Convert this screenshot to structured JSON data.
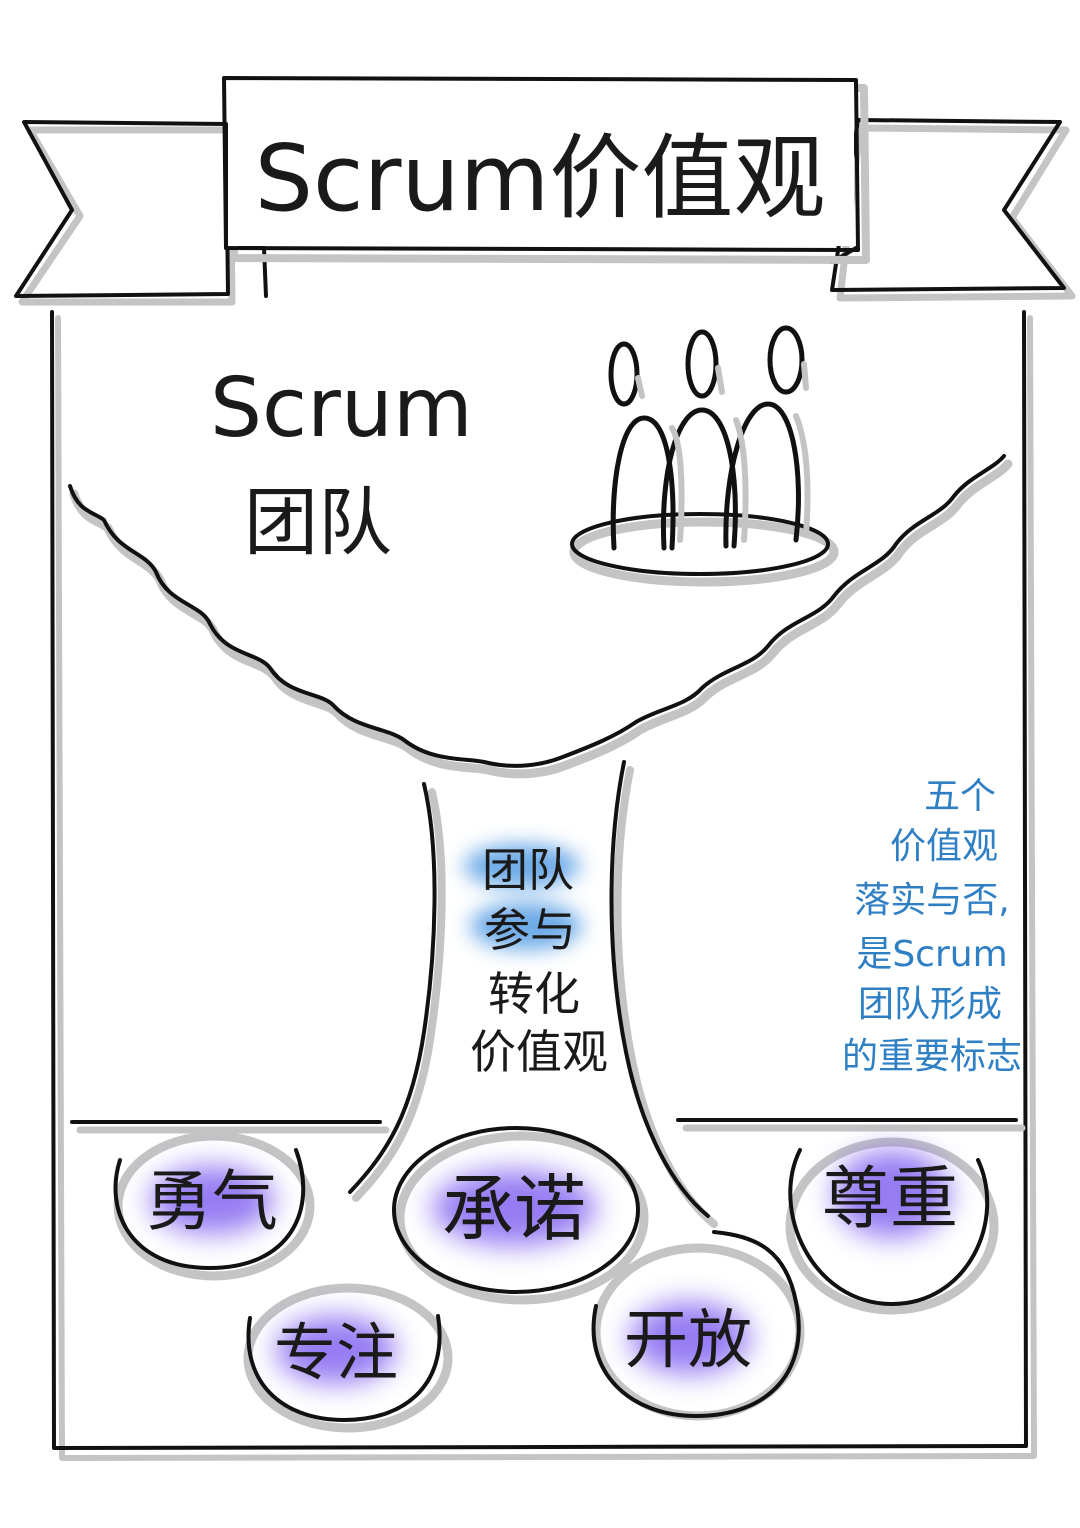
{
  "title": "Scrum价值观",
  "team": {
    "line1": "Scrum",
    "line2": "团队"
  },
  "trunk": {
    "line1": "团队",
    "line2": "参与",
    "line3": "转化",
    "line4": "价值观"
  },
  "note": {
    "lines": [
      "五个",
      "价值观",
      "落实与否,",
      "是Scrum",
      "团队形成",
      "的重要标志"
    ]
  },
  "values": {
    "courage": "勇气",
    "commitment": "承诺",
    "respect": "尊重",
    "focus": "专注",
    "openness": "开放"
  },
  "colors": {
    "ink": "#111111",
    "shadow": "#c4c4c4",
    "note_blue": "#2f7fc4",
    "highlight_purple": "#7b5cf0",
    "highlight_blue": "#3d8fe0"
  }
}
